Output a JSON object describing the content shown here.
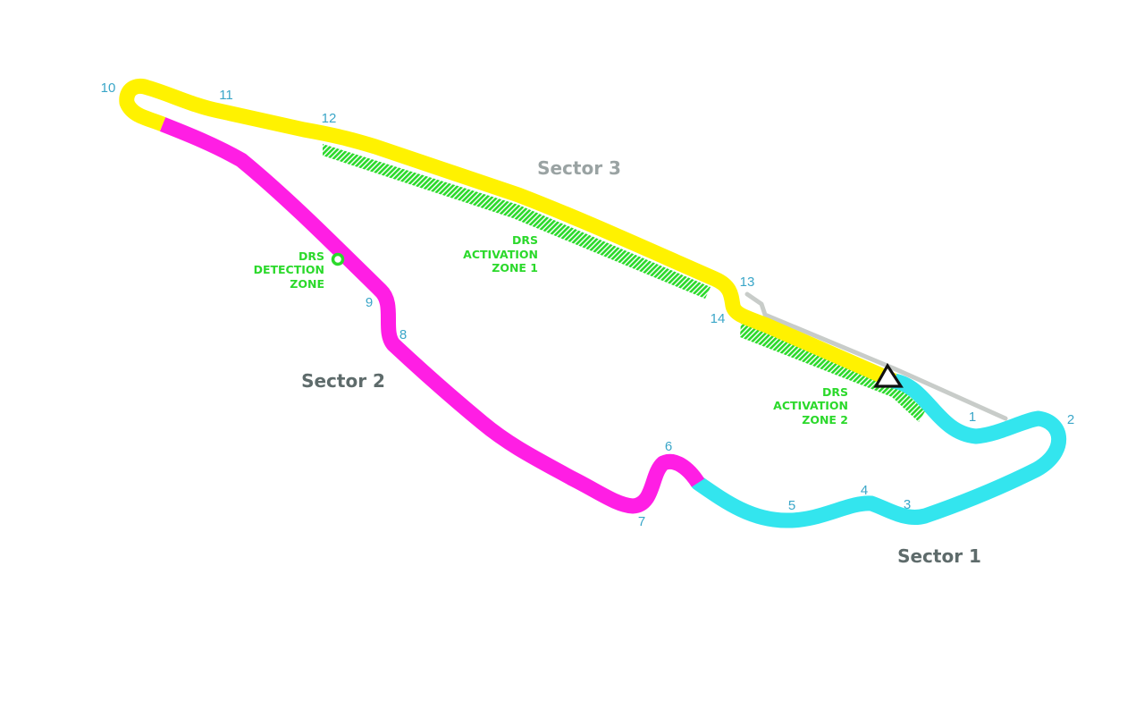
{
  "colors": {
    "sector1": "#33e5ee",
    "sector2": "#ff1ee4",
    "sector3": "#fff200",
    "drs": "#2bd92b",
    "pitlane": "#c8ccc9",
    "turn_number": "#3aa6c8",
    "sector_label_1_2": "#5e6b6b",
    "sector_label_3": "#9aa3a3"
  },
  "turns": [
    "1",
    "2",
    "3",
    "4",
    "5",
    "6",
    "7",
    "8",
    "9",
    "10",
    "11",
    "12",
    "13",
    "14"
  ],
  "sectors": {
    "s1": "Sector 1",
    "s2": "Sector 2",
    "s3": "Sector 3"
  },
  "drs": {
    "detection": [
      "DRS",
      "DETECTION",
      "ZONE"
    ],
    "zone1": [
      "DRS",
      "ACTIVATION",
      "ZONE 1"
    ],
    "zone2": [
      "DRS",
      "ACTIVATION",
      "ZONE 2"
    ]
  },
  "legend_icons": {
    "start_finish": "start-finish-triangle-icon",
    "detection_point": "drs-detection-ring-icon"
  }
}
